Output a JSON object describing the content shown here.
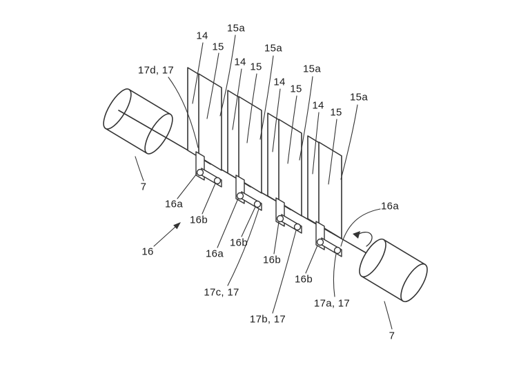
{
  "figure": {
    "type": "patent-line-drawing",
    "background": "#ffffff",
    "line_color": "#333333",
    "label_color": "#1a1a1a"
  },
  "labels": [
    {
      "text": "14"
    },
    {
      "text": "15a"
    },
    {
      "text": "15"
    },
    {
      "text": "17d, 17"
    },
    {
      "text": "14"
    },
    {
      "text": "15a"
    },
    {
      "text": "15"
    },
    {
      "text": "14"
    },
    {
      "text": "15a"
    },
    {
      "text": "15"
    },
    {
      "text": "14"
    },
    {
      "text": "15a"
    },
    {
      "text": "15"
    },
    {
      "text": "7"
    },
    {
      "text": "16a"
    },
    {
      "text": "16b"
    },
    {
      "text": "16"
    },
    {
      "text": "16a"
    },
    {
      "text": "16b"
    },
    {
      "text": "16b"
    },
    {
      "text": "16b"
    },
    {
      "text": "16a"
    },
    {
      "text": "17c, 17"
    },
    {
      "text": "17b, 17"
    },
    {
      "text": "17a, 17"
    },
    {
      "text": "7"
    }
  ]
}
